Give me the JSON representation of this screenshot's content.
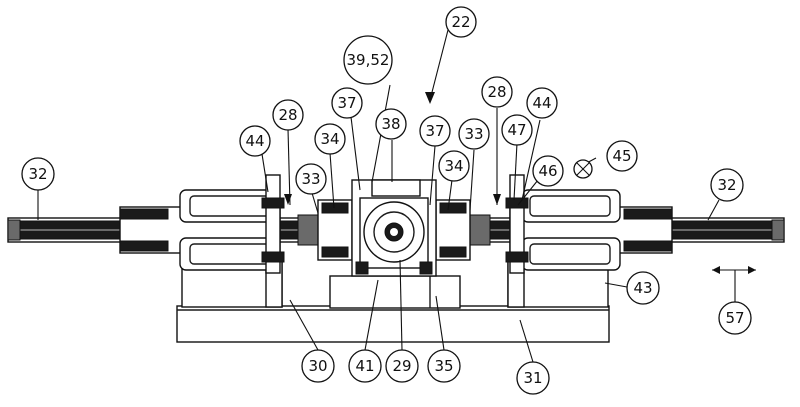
{
  "labels": {
    "l22": "22",
    "l3952": "39,52",
    "l37a": "37",
    "l38": "38",
    "l37b": "37",
    "l28a": "28",
    "l44a": "44",
    "l28b": "28",
    "l44b": "44",
    "l34a": "34",
    "l33a": "33",
    "l34b": "34",
    "l33b": "33",
    "l47": "47",
    "l45": "45",
    "l46": "46",
    "l32a": "32",
    "l32b": "32",
    "l43": "43",
    "l57": "57",
    "l30": "30",
    "l41": "41",
    "l29": "29",
    "l35": "35",
    "l31": "31"
  }
}
